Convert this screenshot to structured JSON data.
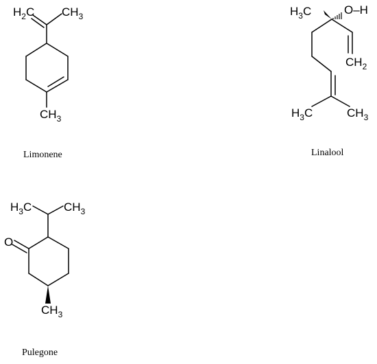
{
  "compounds": {
    "limonene": {
      "name": "Limonene",
      "atoms": {
        "h2c": {
          "main": "H",
          "sub": "2",
          "tail": "C"
        },
        "ch3_top": {
          "main": "CH",
          "sub": "3"
        },
        "ch3_bottom": {
          "main": "CH",
          "sub": "3"
        }
      }
    },
    "linalool": {
      "name": "Linalool",
      "atoms": {
        "h3c_top": {
          "main": "H",
          "sub": "3",
          "tail": "C"
        },
        "oh": {
          "main": "O–H"
        },
        "ch2": {
          "main": "CH",
          "sub": "2"
        },
        "h3c_bottom": {
          "main": "H",
          "sub": "3",
          "tail": "C"
        },
        "ch3_bottom": {
          "main": "CH",
          "sub": "3"
        }
      }
    },
    "pulegone": {
      "name": "Pulegone",
      "atoms": {
        "h3c": {
          "main": "H",
          "sub": "3",
          "tail": "C"
        },
        "ch3_top": {
          "main": "CH",
          "sub": "3"
        },
        "o": {
          "main": "O"
        },
        "ch3_bottom": {
          "main": "CH",
          "sub": "3"
        }
      }
    }
  }
}
